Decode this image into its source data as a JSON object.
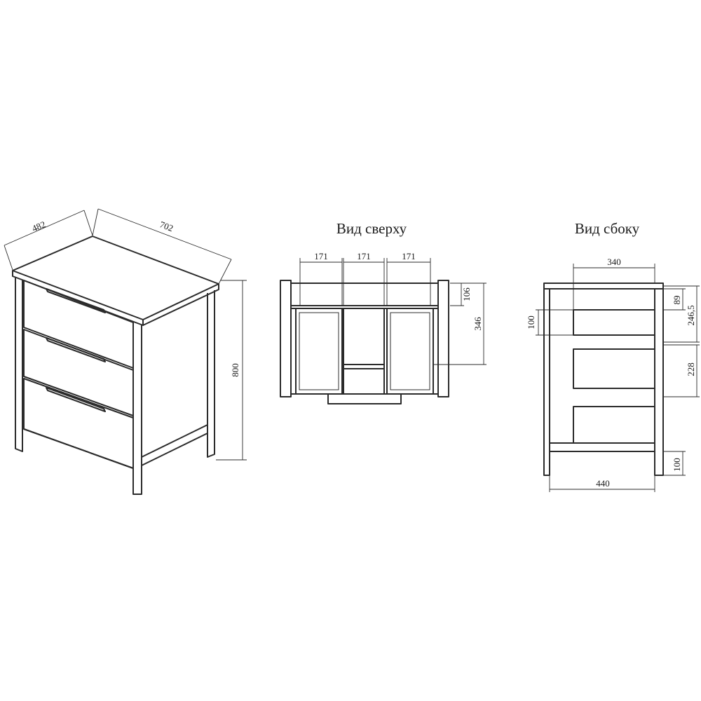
{
  "views": {
    "top": {
      "title": "Вид сверху"
    },
    "side": {
      "title": "Вид сбоку"
    }
  },
  "dimensions": {
    "iso": {
      "depth": "482",
      "width": "702",
      "height": "800"
    },
    "top": {
      "drawer_a": "171",
      "drawer_b": "171",
      "drawer_c": "171",
      "gap": "106",
      "depth": "346"
    },
    "side": {
      "top_width": "340",
      "bottom_width": "440",
      "left_h": "100",
      "top_gap": "89",
      "drawer_h": "246,5",
      "gap_228": "228",
      "bottom_h": "100"
    }
  },
  "colors": {
    "line": "#2b2b2b",
    "background": "#ffffff"
  }
}
